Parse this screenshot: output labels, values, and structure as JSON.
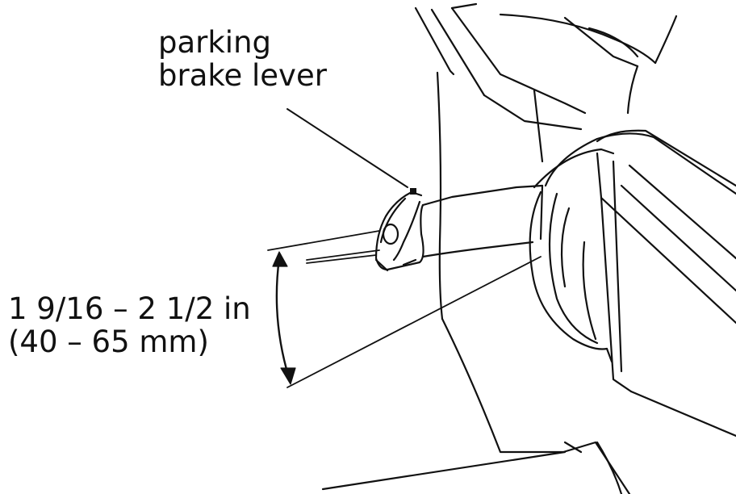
{
  "callout": {
    "line1": "parking",
    "line2": "brake lever"
  },
  "dimension": {
    "line1": "1 9/16 – 2 1/2 in",
    "line2": "(40 – 65 mm)"
  },
  "colors": {
    "ink": "#111111",
    "background": "#ffffff"
  }
}
